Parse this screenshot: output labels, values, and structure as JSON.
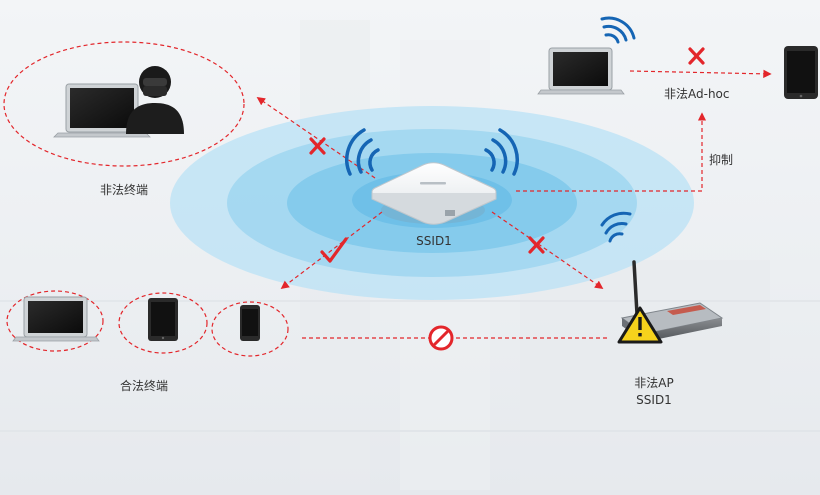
{
  "labels": {
    "illegal_terminal": "非法终端",
    "legal_terminal": "合法终端",
    "ssid_main": "SSID1",
    "illegal_adhoc": "非法Ad-hoc",
    "suppress": "抑制",
    "illegal_ap_line1": "非法AP",
    "illegal_ap_line2": "SSID1"
  },
  "colors": {
    "signal_blue": "#1565b4",
    "warning_red": "#e3262b",
    "field_blue": "#7ec9ec"
  },
  "icons": [
    "user-icon",
    "laptop-icon",
    "tablet-icon",
    "phone-icon",
    "wireless-ap-icon",
    "rogue-router-icon",
    "warning-icon",
    "prohibited-icon",
    "x-mark-icon",
    "check-mark-icon",
    "wifi-signal-icon"
  ]
}
